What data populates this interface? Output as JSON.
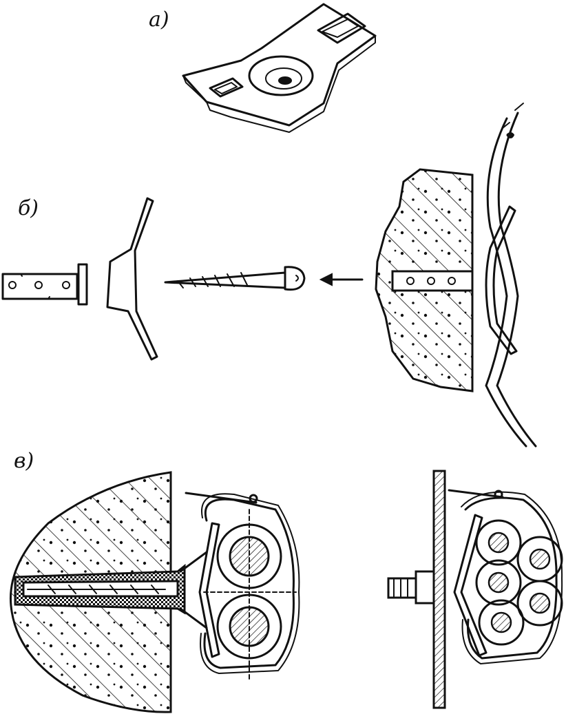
{
  "labels": {
    "a": "a)",
    "b": "б)",
    "v": "в)"
  },
  "colors": {
    "ink": "#111111",
    "paper": "#ffffff"
  }
}
